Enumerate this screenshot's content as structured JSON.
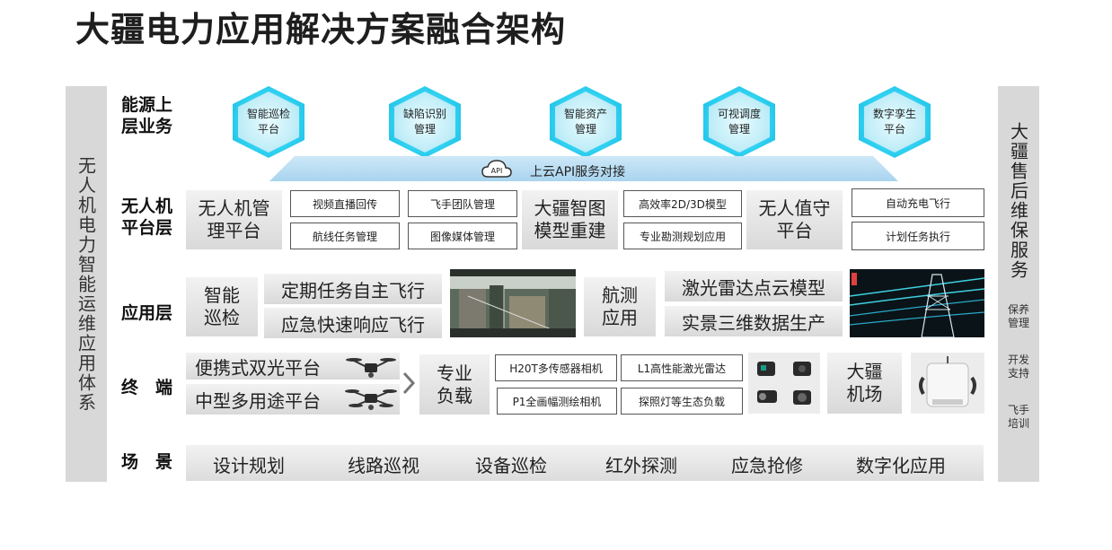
{
  "title": "大疆电力应用解决方案融合架构",
  "left_side": "无人机电力智能运维应用体系",
  "right_side": {
    "main": "大疆售后维保服务",
    "items": [
      "保养管理",
      "开发支持",
      "飞手培训"
    ]
  },
  "layers": {
    "business": "能源上层业务",
    "platform": "无人机平台层",
    "application": "应用层",
    "terminal": "终　端",
    "scene": "场　景"
  },
  "hexagons": [
    "智能巡检平台",
    "缺陷识别管理",
    "智能资产管理",
    "可视调度管理",
    "数字孪生平台"
  ],
  "api": {
    "icon": "API",
    "text": "上云API服务对接"
  },
  "platform": {
    "uav_mgmt": "无人机管理平台",
    "uav_items": [
      "视频直播回传",
      "飞手团队管理",
      "航线任务管理",
      "图像媒体管理"
    ],
    "model": "大疆智图模型重建",
    "model_items": [
      "高效率2D/3D模型",
      "专业勘测规划应用"
    ],
    "dock": "无人值守平台",
    "dock_items": [
      "自动充电飞行",
      "计划任务执行"
    ]
  },
  "application": {
    "inspection": "智能巡检",
    "inspection_items": [
      "定期任务自主飞行",
      "应急快速响应飞行"
    ],
    "survey": "航测应用",
    "survey_items": [
      "激光雷达点云模型",
      "实景三维数据生产"
    ]
  },
  "terminal": {
    "platforms": [
      "便携式双光平台",
      "中型多用途平台"
    ],
    "payload": "专业负载",
    "payload_items": [
      "H20T多传感器相机",
      "L1高性能激光雷达",
      "P1全画幅测绘相机",
      "探照灯等生态负载"
    ],
    "dock": "大疆机场"
  },
  "scenes": [
    "设计规划",
    "线路巡视",
    "设备巡检",
    "红外探测",
    "应急抢修",
    "数字化应用"
  ],
  "colors": {
    "hex_glow": "#2ed0f0",
    "hex_fill": "#c3eef8",
    "api_band": "#b5dbf1",
    "sidebar": "#d8d8d8"
  }
}
